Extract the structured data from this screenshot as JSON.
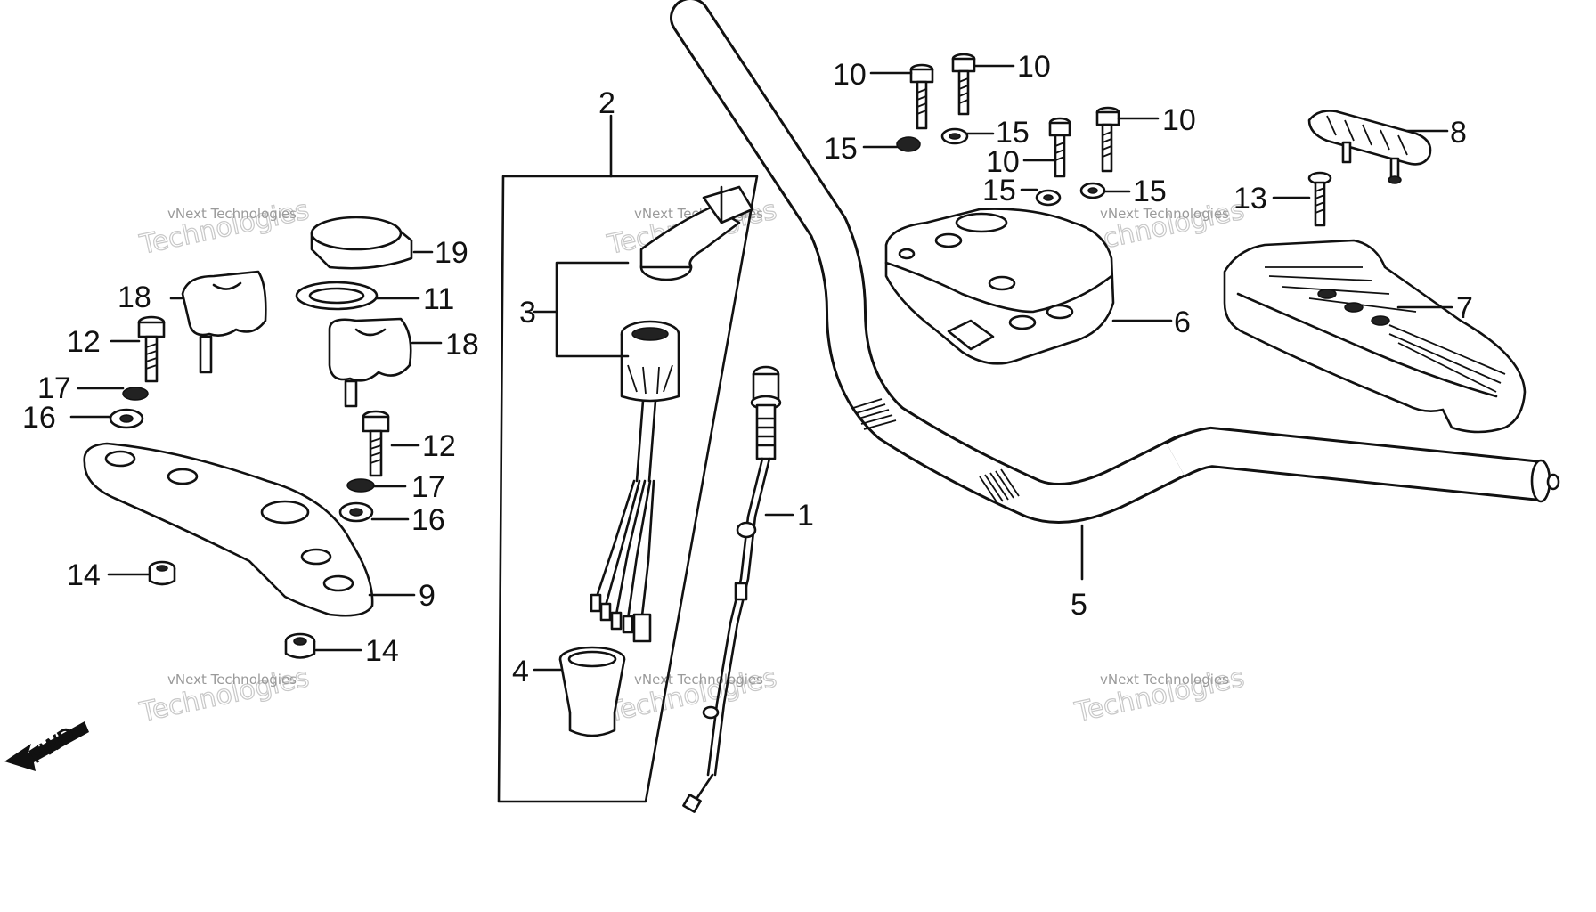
{
  "callouts": {
    "c1": "1",
    "c2": "2",
    "c3": "3",
    "c4": "4",
    "c5": "5",
    "c6": "6",
    "c7": "7",
    "c8": "8",
    "c9": "9",
    "c10a": "10",
    "c10b": "10",
    "c10c": "10",
    "c10d": "10",
    "c11": "11",
    "c12a": "12",
    "c12b": "12",
    "c13": "13",
    "c14a": "14",
    "c14b": "14",
    "c15a": "15",
    "c15b": "15",
    "c15c": "15",
    "c15d": "15",
    "c16a": "16",
    "c16b": "16",
    "c17a": "17",
    "c17b": "17",
    "c18a": "18",
    "c18b": "18",
    "c19": "19"
  },
  "fwd_label": "FWD",
  "watermark": {
    "line1": "vNext Technologies",
    "line2": "Technologies"
  }
}
